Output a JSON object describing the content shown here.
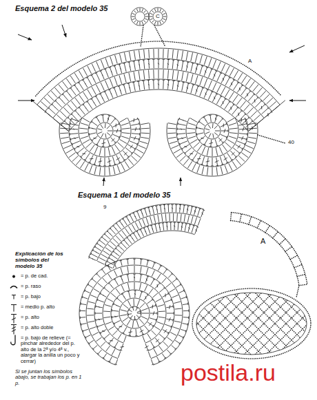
{
  "diagram": {
    "labels": [
      "Esquema 2 del modelo 35",
      "C",
      "A",
      "40",
      "Esquema 1 del modelo 35",
      "9",
      "A",
      "Explicación de los símbolos del modelo 35",
      "Si se juntan los símbolos abajo, se trabajan los p. en 1 p.",
      "postila.ru"
    ],
    "legend": [
      {
        "text": "= p. de cad."
      },
      {
        "text": "= p. raso"
      },
      {
        "text": "= p. bajo"
      },
      {
        "text": "= medio p. alto"
      },
      {
        "text": "= p. alto"
      },
      {
        "text": "= p. alto doble"
      },
      {
        "text": "= p. bajo de relieve (= pinchar alrededor del p. alto de la 2ª y/o 4ª v., alargar la anilla un poco y cerrar)"
      }
    ]
  }
}
